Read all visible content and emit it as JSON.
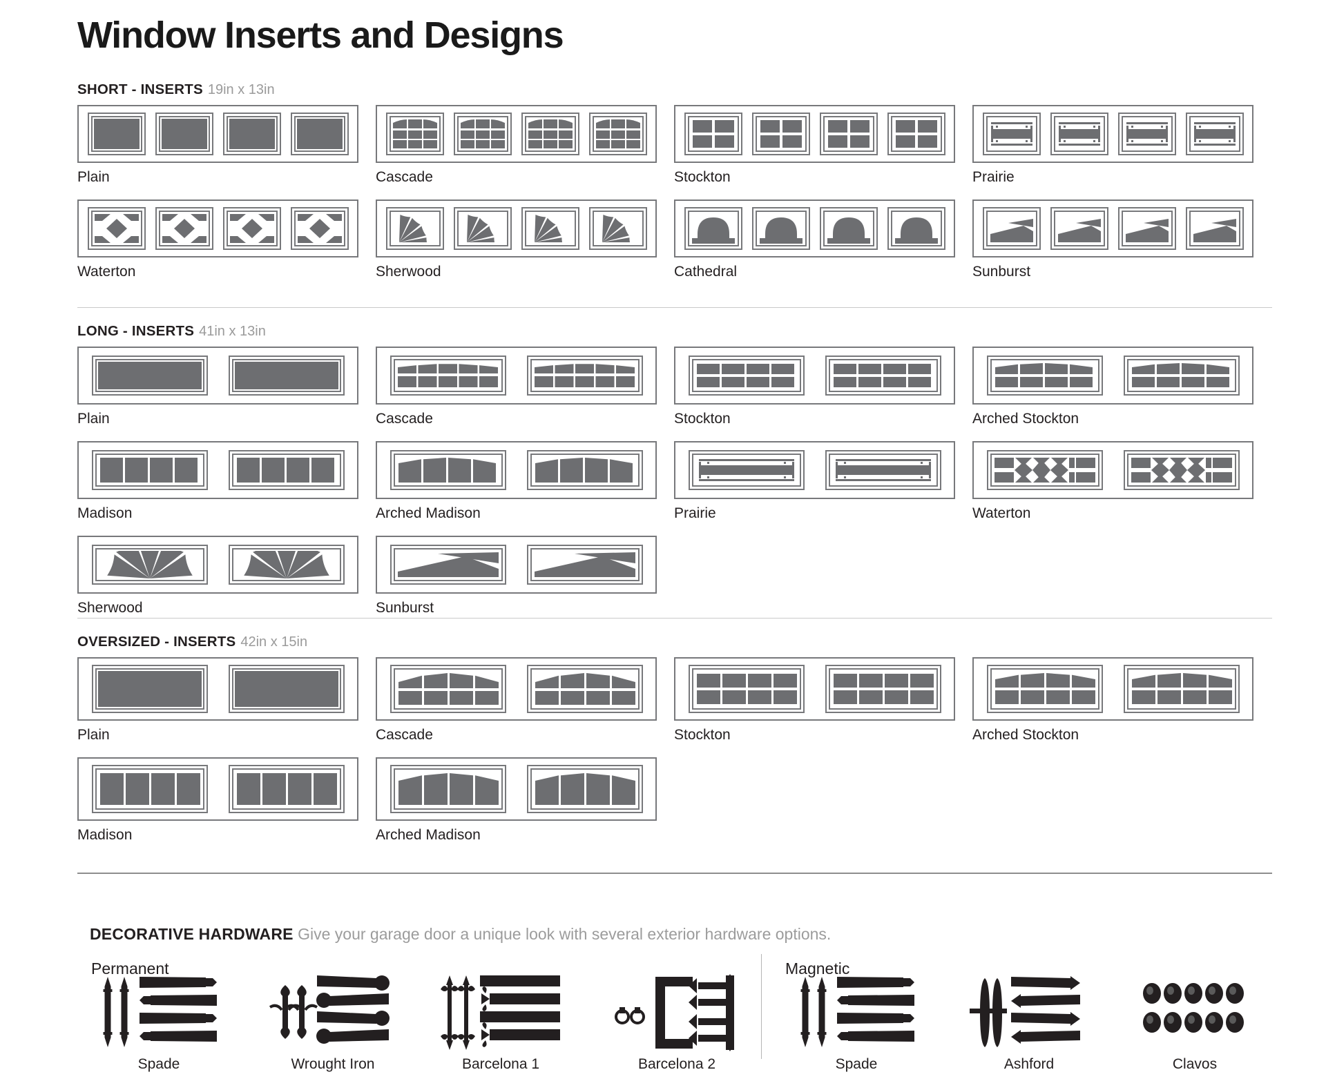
{
  "title": "Window Inserts and Designs",
  "sections": [
    {
      "id": "short",
      "name": "SHORT - INSERTS",
      "dimensions": "19in x 13in",
      "rows": [
        [
          {
            "label": "Plain",
            "style": "plain",
            "count": 4
          },
          {
            "label": "Cascade",
            "style": "cascade",
            "count": 4
          },
          {
            "label": "Stockton",
            "style": "stockton",
            "count": 4
          },
          {
            "label": "Prairie",
            "style": "prairie",
            "count": 4
          }
        ],
        [
          {
            "label": "Waterton",
            "style": "waterton",
            "count": 4
          },
          {
            "label": "Sherwood",
            "style": "sherwood",
            "count": 4
          },
          {
            "label": "Cathedral",
            "style": "cathedral",
            "count": 4
          },
          {
            "label": "Sunburst",
            "style": "sunburst",
            "count": 4
          }
        ]
      ]
    },
    {
      "id": "long",
      "name": "LONG - INSERTS",
      "dimensions": "41in x 13in",
      "rows": [
        [
          {
            "label": "Plain",
            "style": "l-plain",
            "count": 2
          },
          {
            "label": "Cascade",
            "style": "l-cascade",
            "count": 2
          },
          {
            "label": "Stockton",
            "style": "l-stockton",
            "count": 2
          },
          {
            "label": "Arched Stockton",
            "style": "l-archstock",
            "count": 2
          }
        ],
        [
          {
            "label": "Madison",
            "style": "l-madison",
            "count": 2
          },
          {
            "label": "Arched Madison",
            "style": "l-archmad",
            "count": 2
          },
          {
            "label": "Prairie",
            "style": "l-prairie",
            "count": 2
          },
          {
            "label": "Waterton",
            "style": "l-waterton",
            "count": 2
          }
        ],
        [
          {
            "label": "Sherwood",
            "style": "l-sherwood",
            "count": 2
          },
          {
            "label": "Sunburst",
            "style": "l-sunburst",
            "count": 2
          }
        ]
      ]
    },
    {
      "id": "oversized",
      "name": "OVERSIZED - INSERTS",
      "dimensions": "42in x 15in",
      "rows": [
        [
          {
            "label": "Plain",
            "style": "o-plain",
            "count": 2
          },
          {
            "label": "Cascade",
            "style": "o-cascade",
            "count": 2
          },
          {
            "label": "Stockton",
            "style": "o-stockton",
            "count": 2
          },
          {
            "label": "Arched Stockton",
            "style": "o-archstock",
            "count": 2
          }
        ],
        [
          {
            "label": "Madison",
            "style": "o-madison",
            "count": 2
          },
          {
            "label": "Arched Madison",
            "style": "o-archmad",
            "count": 2
          }
        ]
      ]
    }
  ],
  "hardware": {
    "heading_bold": "DECORATIVE HARDWARE",
    "heading_rest": "Give your garage door a unique look with several exterior hardware options.",
    "groups": [
      {
        "name": "Permanent",
        "items": [
          {
            "label": "Spade",
            "art": "spade"
          },
          {
            "label": "Wrought Iron",
            "art": "wrought-iron"
          },
          {
            "label": "Barcelona 1",
            "art": "barcelona-1"
          },
          {
            "label": "Barcelona 2",
            "art": "barcelona-2"
          }
        ]
      },
      {
        "name": "Magnetic",
        "items": [
          {
            "label": "Spade",
            "art": "spade-magnetic"
          },
          {
            "label": "Ashford",
            "art": "ashford"
          },
          {
            "label": "Clavos",
            "art": "clavos"
          }
        ]
      }
    ]
  },
  "colors": {
    "glass": "#6d6e71",
    "frame": "#77787b",
    "text": "#231f20",
    "muted": "#9a9a9a",
    "hardware": "#231f20"
  }
}
